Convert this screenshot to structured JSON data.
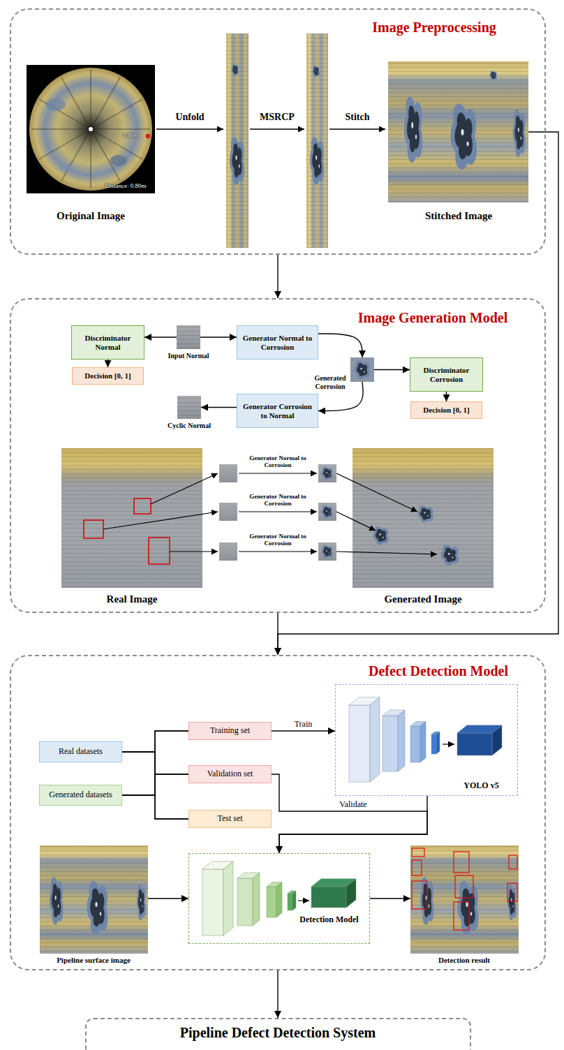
{
  "diagram": {
    "nodes": [
      {
        "text": [
          "Image Preprocessing"
        ]
      },
      {
        "text": [
          "Original Image"
        ],
        "in": 0
      },
      {
        "text": [
          "Stitched Image"
        ],
        "in": 0
      },
      {
        "text": [
          "Image Generation Model"
        ]
      },
      {
        "text": [
          "Discriminator Normal"
        ],
        "in": 3
      },
      {
        "text": [
          "Decision [0, 1]"
        ],
        "in": 3
      },
      {
        "text": [
          "Input Normal"
        ],
        "in": 3
      },
      {
        "text": [
          "Generator Normal to Corrosion"
        ],
        "in": 3
      },
      {
        "text": [
          "Generated Corrosion"
        ],
        "in": 3
      },
      {
        "text": [
          "Discriminator Corrosion"
        ],
        "in": 3
      },
      {
        "text": [
          "Decision [0, 1]"
        ],
        "in": 3
      },
      {
        "text": [
          "Generator Corrosion to Normal"
        ],
        "in": 3
      },
      {
        "text": [
          "Cyclic Normal"
        ],
        "in": 3
      },
      {
        "text": [
          "Real Image"
        ],
        "in": 3
      },
      {
        "text": [
          "Generated Image"
        ],
        "in": 3
      },
      {
        "text": [
          "Defect Detection Model"
        ]
      },
      {
        "text": [
          "Real datasets"
        ],
        "in": 15
      },
      {
        "text": [
          "Generated datasets"
        ],
        "in": 15
      },
      {
        "text": [
          "Training set"
        ],
        "in": 15
      },
      {
        "text": [
          "Validation set"
        ],
        "in": 15
      },
      {
        "text": [
          "Test set"
        ],
        "in": 15
      },
      {
        "text": [
          "YOLO v5"
        ],
        "in": 15
      },
      {
        "text": [
          "Pipeline surface image"
        ],
        "in": 15
      },
      {
        "text": [
          "Detection Model"
        ],
        "in": 15
      },
      {
        "text": [
          "Detection result"
        ],
        "in": 15
      },
      {
        "text": [
          "Pipeline Defect Detection System"
        ]
      }
    ],
    "edges": [
      {
        "from": 0,
        "to": 3,
        "arrow": "to"
      },
      {
        "from": 2,
        "to": 15,
        "arrow": "to"
      },
      {
        "from": 3,
        "to": 15,
        "arrow": "to"
      },
      {
        "from": 4,
        "to": 5,
        "arrow": "to"
      },
      {
        "from": 6,
        "to": 4,
        "arrow": "to"
      },
      {
        "from": 6,
        "to": 7,
        "arrow": "to"
      },
      {
        "from": 7,
        "to": 8,
        "arrow": "to"
      },
      {
        "from": 8,
        "to": 9,
        "arrow": "to"
      },
      {
        "from": 8,
        "to": 11,
        "arrow": "to"
      },
      {
        "from": 11,
        "to": 12,
        "arrow": "to"
      },
      {
        "from": 9,
        "to": 10,
        "arrow": "to"
      },
      {
        "from": 16,
        "to": 18,
        "arrow": "none"
      },
      {
        "from": 16,
        "to": 19,
        "arrow": "none"
      },
      {
        "from": 16,
        "to": 20,
        "arrow": "none"
      },
      {
        "from": 17,
        "to": 18,
        "arrow": "none"
      },
      {
        "from": 17,
        "to": 19,
        "arrow": "none"
      },
      {
        "from": 17,
        "to": 20,
        "arrow": "none"
      },
      {
        "from": 18,
        "to": 21,
        "label": "Train",
        "arrow": "to"
      },
      {
        "from": 19,
        "to": 23,
        "label": "Validate",
        "arrow": "to"
      },
      {
        "from": 21,
        "to": 23,
        "arrow": "to"
      },
      {
        "from": 22,
        "to": 23,
        "arrow": "to"
      },
      {
        "from": 23,
        "to": 24,
        "arrow": "to"
      },
      {
        "from": 15,
        "to": 25,
        "arrow": "to"
      }
    ],
    "labels": [
      "Unfold",
      "MSRCP",
      "Stitch",
      "0.80m",
      "Distance: 0.80m",
      "Generator Normal to Corrosion",
      "Generator Normal to Corrosion",
      "Generator Normal to Corrosion"
    ]
  }
}
